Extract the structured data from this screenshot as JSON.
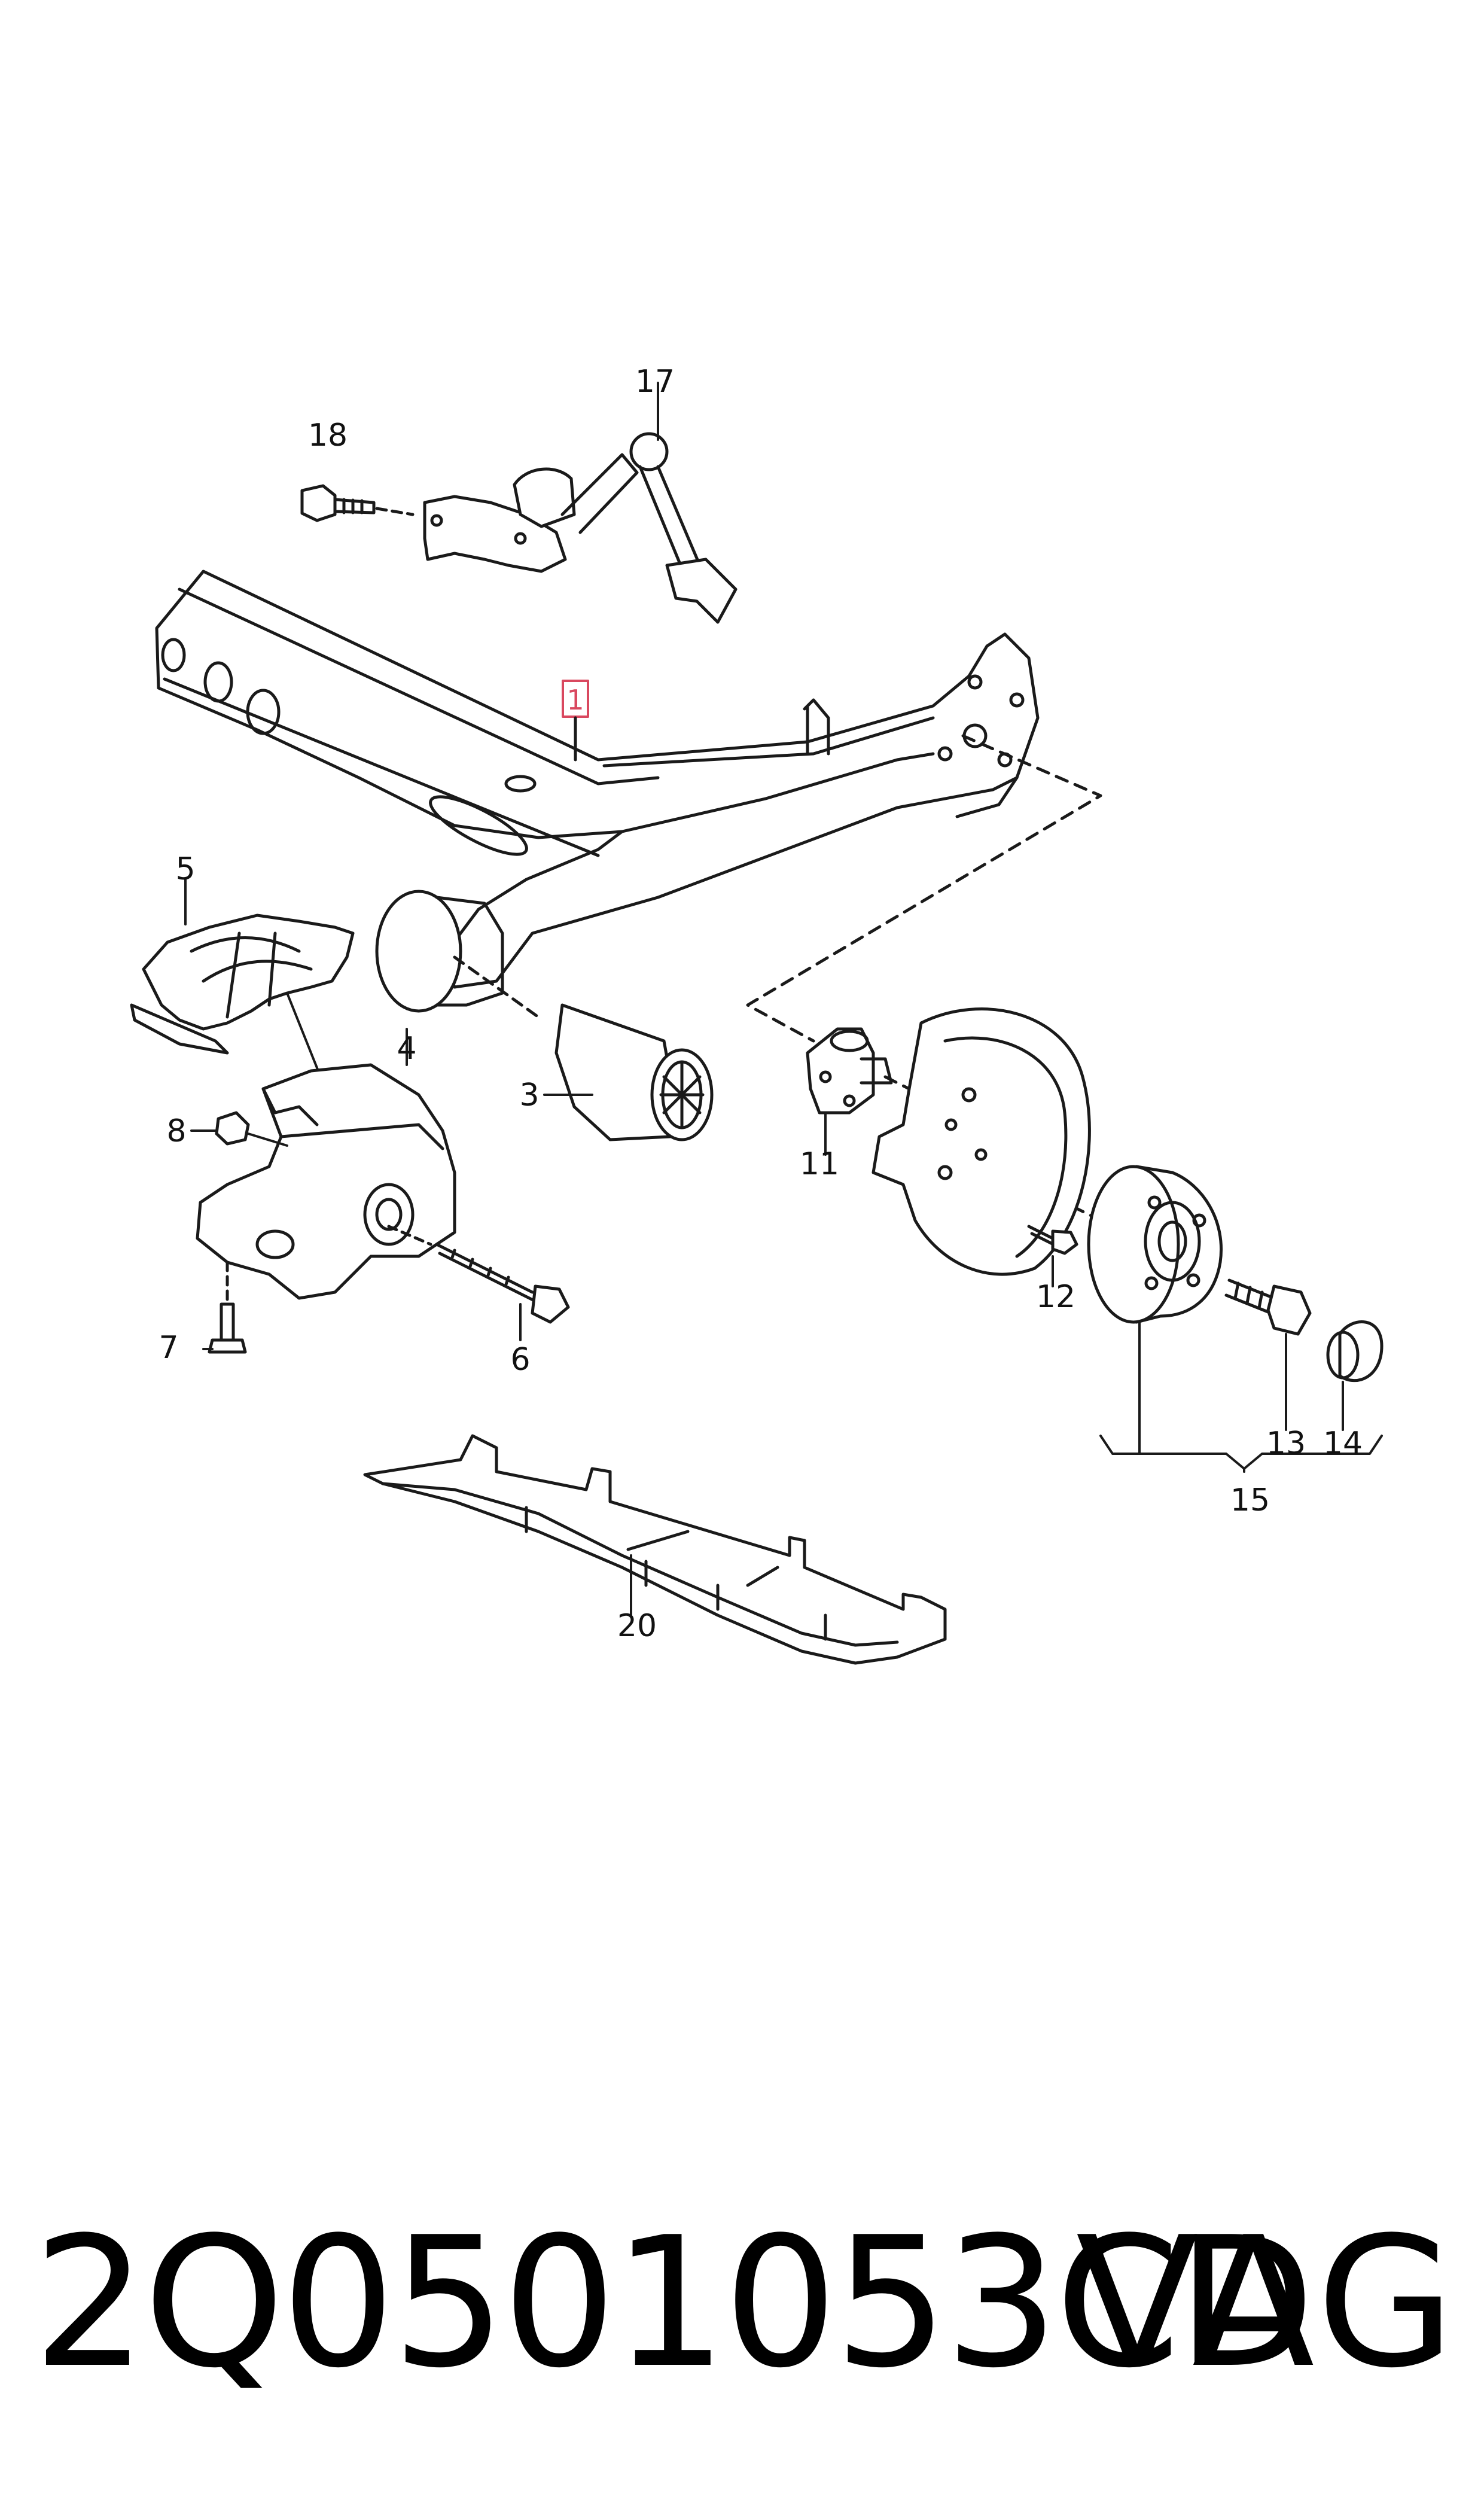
{
  "callouts": {
    "c1": "1",
    "c3": "3",
    "c4": "4",
    "c5": "5",
    "c6": "6",
    "c7": "7",
    "c8": "8",
    "c11": "11",
    "c12": "12",
    "c13": "13",
    "c14": "14",
    "c15": "15",
    "c17": "17",
    "c18": "18",
    "c20": "20"
  },
  "footer": {
    "part_number": "2Q0501053CD",
    "brand": "VAG"
  },
  "colors": {
    "line": "#1a1a1a",
    "highlight": "#d9485f",
    "background": "#ffffff"
  }
}
